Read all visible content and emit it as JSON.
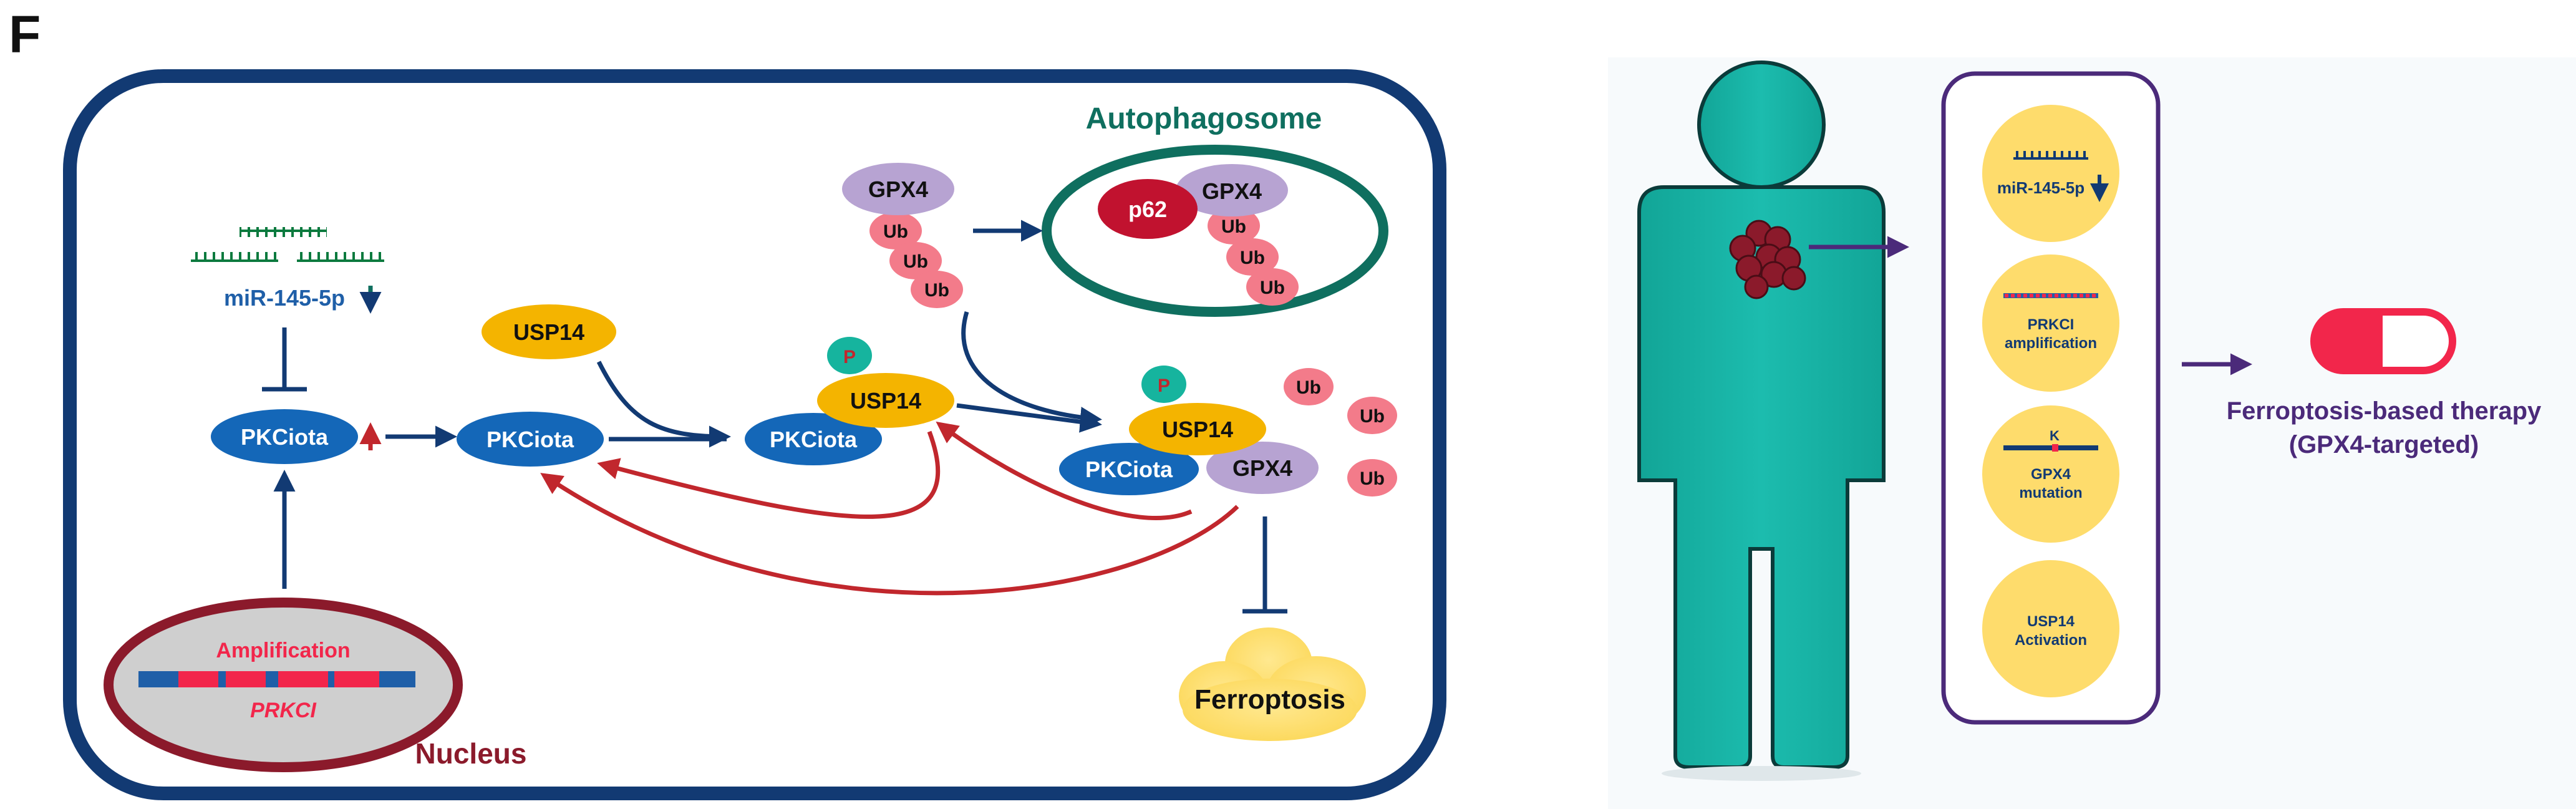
{
  "panel_letter": "F",
  "labels": {
    "autophagosome": "Autophagosome",
    "nucleus": "Nucleus",
    "mirna": "miR-145-5p",
    "amplification": "Amplification",
    "prkci": "PRKCI",
    "ferroptosis": "Ferroptosis"
  },
  "proteins": {
    "pkciota": "PKCiota",
    "usp14": "USP14",
    "gpx4": "GPX4",
    "ub": "Ub",
    "p62": "p62",
    "phospho": "P"
  },
  "biomarkers": {
    "mirna": "miR-145-5p",
    "prkci_line1": "PRKCI",
    "prkci_line2": "amplification",
    "mutation_site": "K",
    "gpx4_line1": "GPX4",
    "gpx4_line2": "mutation",
    "usp14_line1": "USP14",
    "usp14_line2": "Activation"
  },
  "therapy": {
    "line1": "Ferroptosis-based therapy",
    "line2": "(GPX4-targeted)"
  },
  "colors": {
    "navy": "#123a73",
    "blue_ellipse": "#1467b8",
    "usp14": "#f4b400",
    "gpx4": "#b7a3d2",
    "ub": "#f37b8a",
    "p62": "#c1122f",
    "phospho": "#16b49e",
    "red_arrow": "#c1272d",
    "green": "#0f6f5f",
    "nucleus": "#8b1a2b",
    "teal_body": "#17b3a6",
    "purple": "#4b2a7a",
    "yellow": "#fedc6c",
    "pill_red": "#f2264b"
  }
}
